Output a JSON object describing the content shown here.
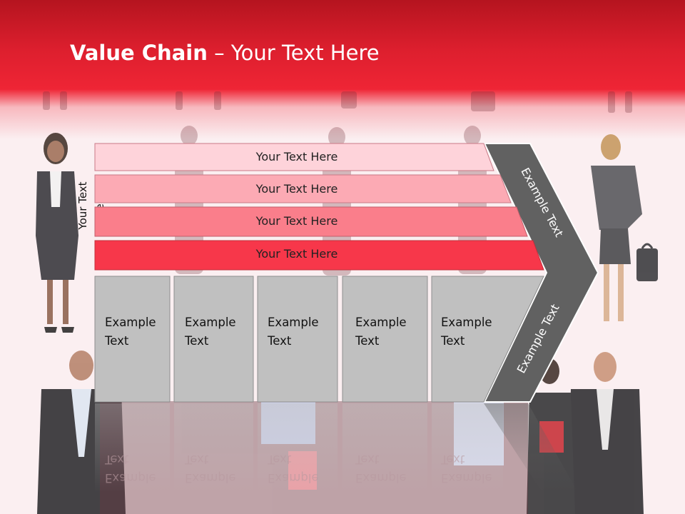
{
  "slide": {
    "title_bold": "Value Chain",
    "title_rest": " – Your Text Here",
    "vertical_label": "Your Text Here"
  },
  "rows": [
    {
      "label": "Your Text Here",
      "color": "#fed3da"
    },
    {
      "label": "Your Text Here",
      "color": "#fcaab4"
    },
    {
      "label": "Your Text Here",
      "color": "#fa7e8b"
    },
    {
      "label": "Your Text Here",
      "color": "#f7374a"
    }
  ],
  "boxes": [
    {
      "line1": "Example",
      "line2": "Text"
    },
    {
      "line1": "Example",
      "line2": "Text"
    },
    {
      "line1": "Example",
      "line2": "Text"
    },
    {
      "line1": "Example",
      "line2": "Text"
    },
    {
      "line1": "Example",
      "line2": "Text"
    }
  ],
  "arrow": {
    "upper_label": "Example Text",
    "lower_label": "Example Text",
    "color": "#616161"
  },
  "colors": {
    "box_fill": "#c0c0c0",
    "header": "#e2202f"
  }
}
